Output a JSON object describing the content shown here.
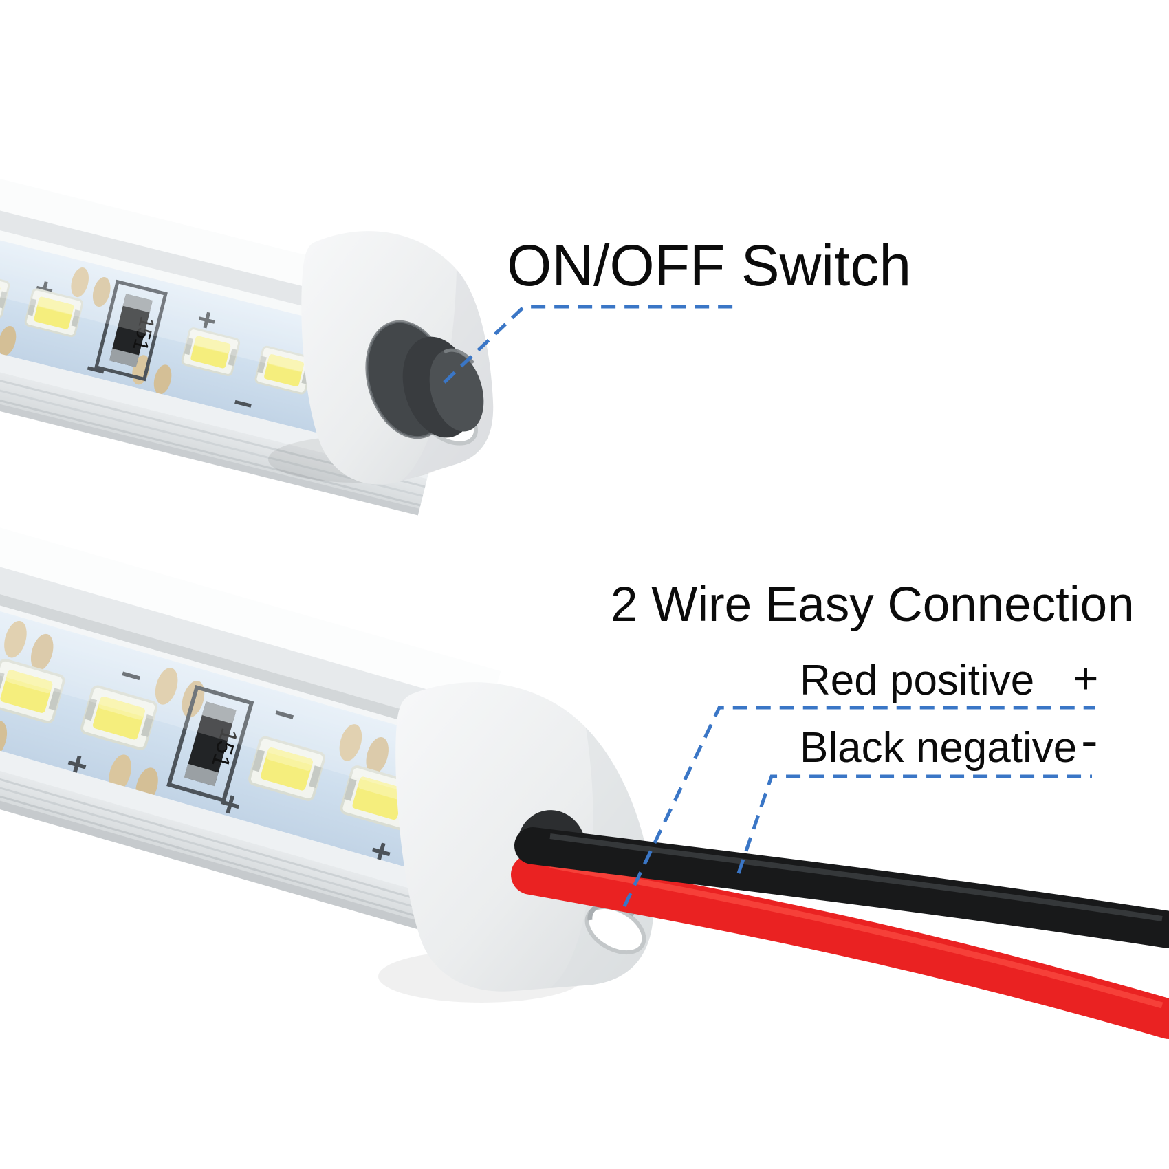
{
  "annotations": {
    "switch_label": "ON/OFF Switch",
    "connection_title": "2 Wire Easy Connection",
    "red_wire_label": "Red positive",
    "red_wire_sign": "+",
    "black_wire_label": "Black negative",
    "black_wire_sign": "-"
  },
  "pcb_markings": {
    "resistor_code": "151",
    "plus": "+",
    "minus": "−"
  },
  "colors": {
    "background": "#ffffff",
    "leader_blue": "#3a76c6",
    "label_text": "#0b0b0b",
    "wire_red": "#ea2222",
    "wire_black": "#18191a",
    "led_yellow": "#f5ee7d",
    "pcb_blue": "#d3e2f0",
    "end_cap_white": "#f2f4f5",
    "switch_dark_gray": "#43474a"
  }
}
